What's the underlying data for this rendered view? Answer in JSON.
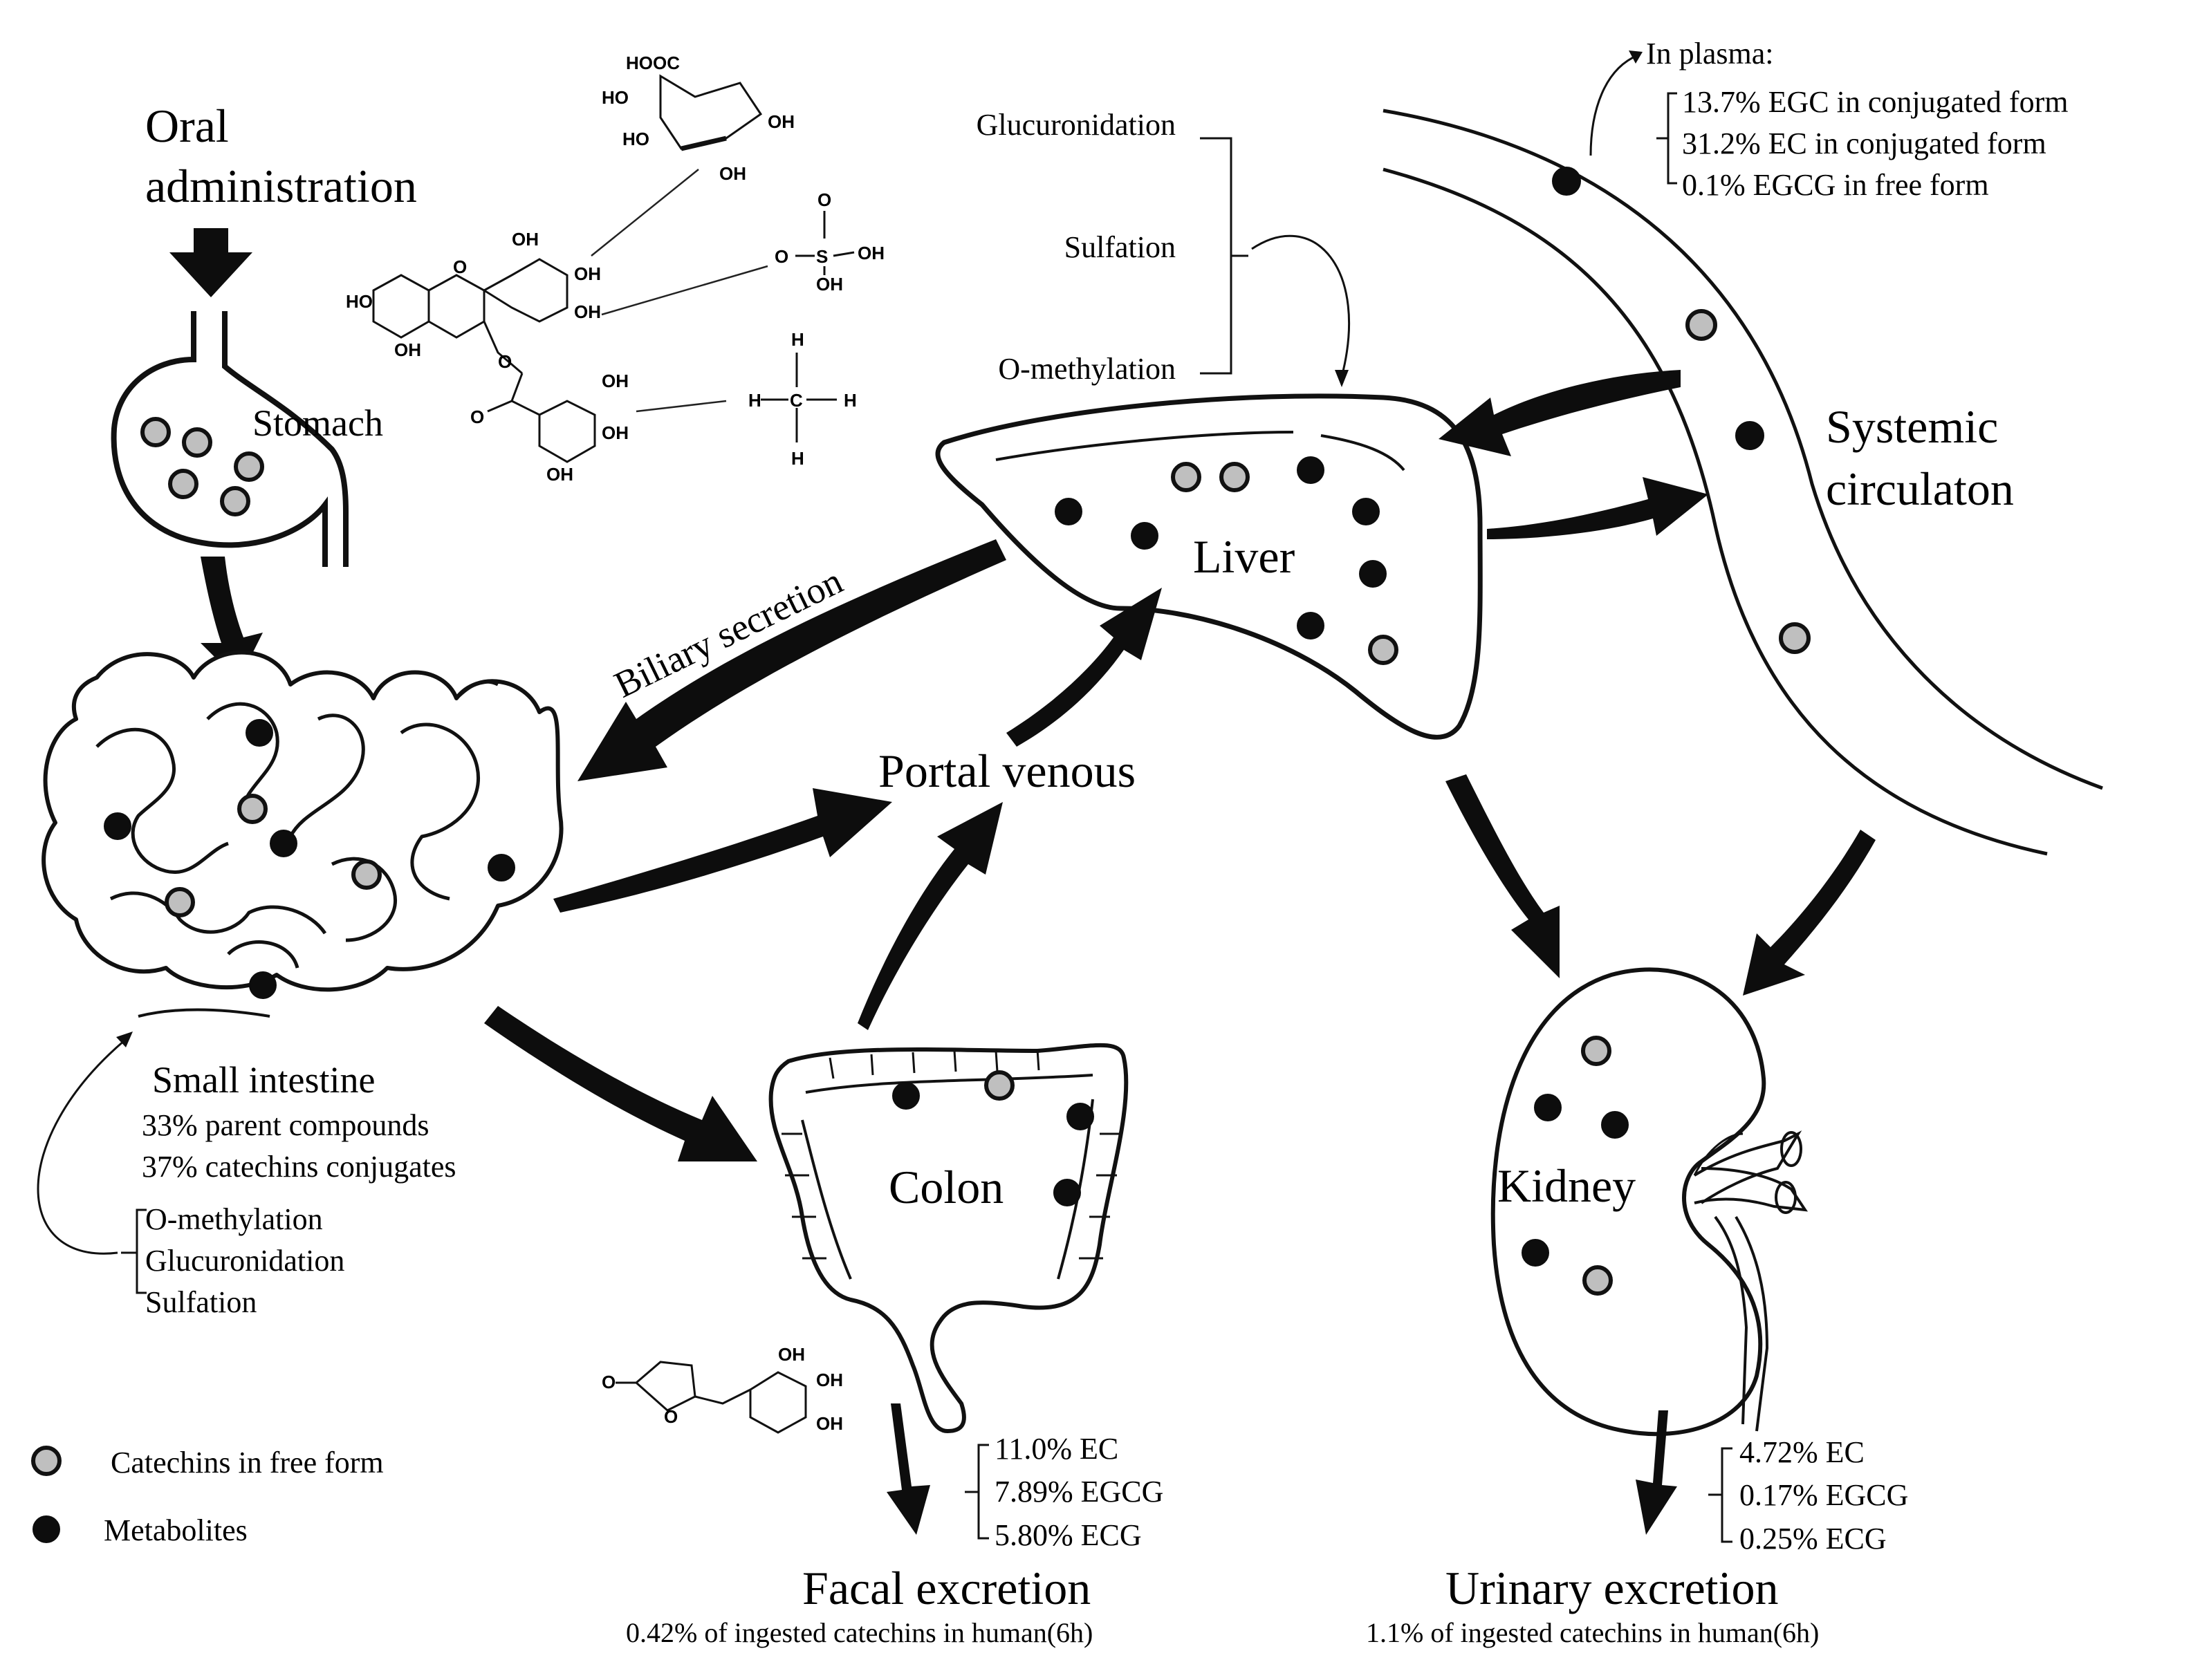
{
  "labels": {
    "oral": "Oral",
    "administration": "administration",
    "stomach": "Stomach",
    "small_intestine": "Small intestine",
    "colon": "Colon",
    "liver": "Liver",
    "kidney": "Kidney",
    "portal_venous": "Portal venous",
    "biliary_secretion": "Biliary secretion",
    "systemic_1": "Systemic",
    "systemic_2": "circulaton",
    "facal_excretion": "Facal excretion",
    "urinary_excretion": "Urinary  excretion",
    "in_plasma": "In plasma:"
  },
  "liver_reactions": [
    "Glucuronidation",
    "Sulfation",
    "O-methylation"
  ],
  "plasma": [
    "13.7% EGC in conjugated form",
    "31.2% EC in conjugated form",
    "0.1% EGCG in free form"
  ],
  "small_intestine": {
    "stats": [
      "33% parent compounds",
      "37% catechins conjugates"
    ],
    "reactions": [
      "O-methylation",
      "Glucuronidation",
      "Sulfation"
    ]
  },
  "facal": {
    "items": [
      "11.0% EC",
      "7.89% EGCG",
      "5.80% ECG"
    ],
    "note": "0.42% of ingested catechins in human(6h)"
  },
  "urinary": {
    "items": [
      "4.72% EC",
      "0.17% EGCG",
      "0.25% ECG"
    ],
    "note": "1.1% of ingested catechins in human(6h)"
  },
  "legend": {
    "free": "Catechins in free form",
    "metabolites": "Metabolites"
  },
  "chemistry": {
    "glucuronide": [
      "HOOC",
      "HO",
      "HO",
      "OH",
      "OH"
    ],
    "sulfate": [
      "O",
      "S",
      "OH",
      "O",
      "OH"
    ],
    "methyl": [
      "H",
      "C",
      "H",
      "H",
      "H"
    ],
    "egcg": [
      "OH",
      "HO",
      "OH",
      "O",
      "OH",
      "O",
      "OH",
      "OH",
      "O",
      "OH",
      "OH"
    ],
    "valerolactone": [
      "O",
      "O",
      "OH",
      "OH",
      "OH"
    ]
  },
  "colors": {
    "free_fill": "#bfbfbf",
    "metabolite_fill": "#0d0d0d",
    "ink": "#111111"
  }
}
